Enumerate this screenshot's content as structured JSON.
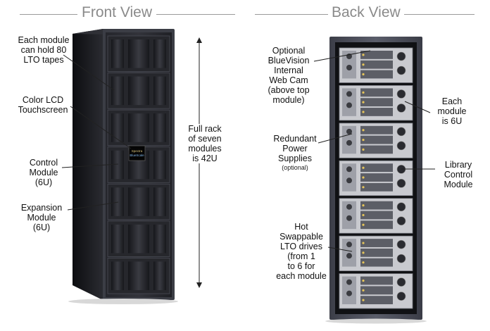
{
  "front_view": {
    "title": "Front View",
    "labels": {
      "capacity": "Each module\ncan hold 80\nLTO tapes",
      "lcd": "Color LCD\nTouchscreen",
      "control": "Control\nModule\n(6U)",
      "expansion": "Expansion\nModule\n(6U)",
      "full_rack": "Full rack\nof seven\nmodules\nis 42U"
    },
    "screen_logo": "Spectra\nBlueScale",
    "module_count": 7
  },
  "back_view": {
    "title": "Back View",
    "labels": {
      "webcam": "Optional\nBlueVision\nInternal\nWeb Cam\n(above top\nmodule)",
      "each_module": "Each\nmodule\nis 6U",
      "power": "Redundant\nPower\nSupplies",
      "power_note": "(optional)",
      "library_control": "Library\nControl\nModule",
      "drives": "Hot\nSwappable\nLTO drives\n(from 1\nto 6 for\neach module"
    },
    "module_count": 7
  },
  "colors": {
    "title": "#8a8a8a",
    "rack_dark": "#1e1f24",
    "rack_frame": "#3a3c44",
    "door_panel": "#2b2c31",
    "leader_line": "#222222"
  }
}
